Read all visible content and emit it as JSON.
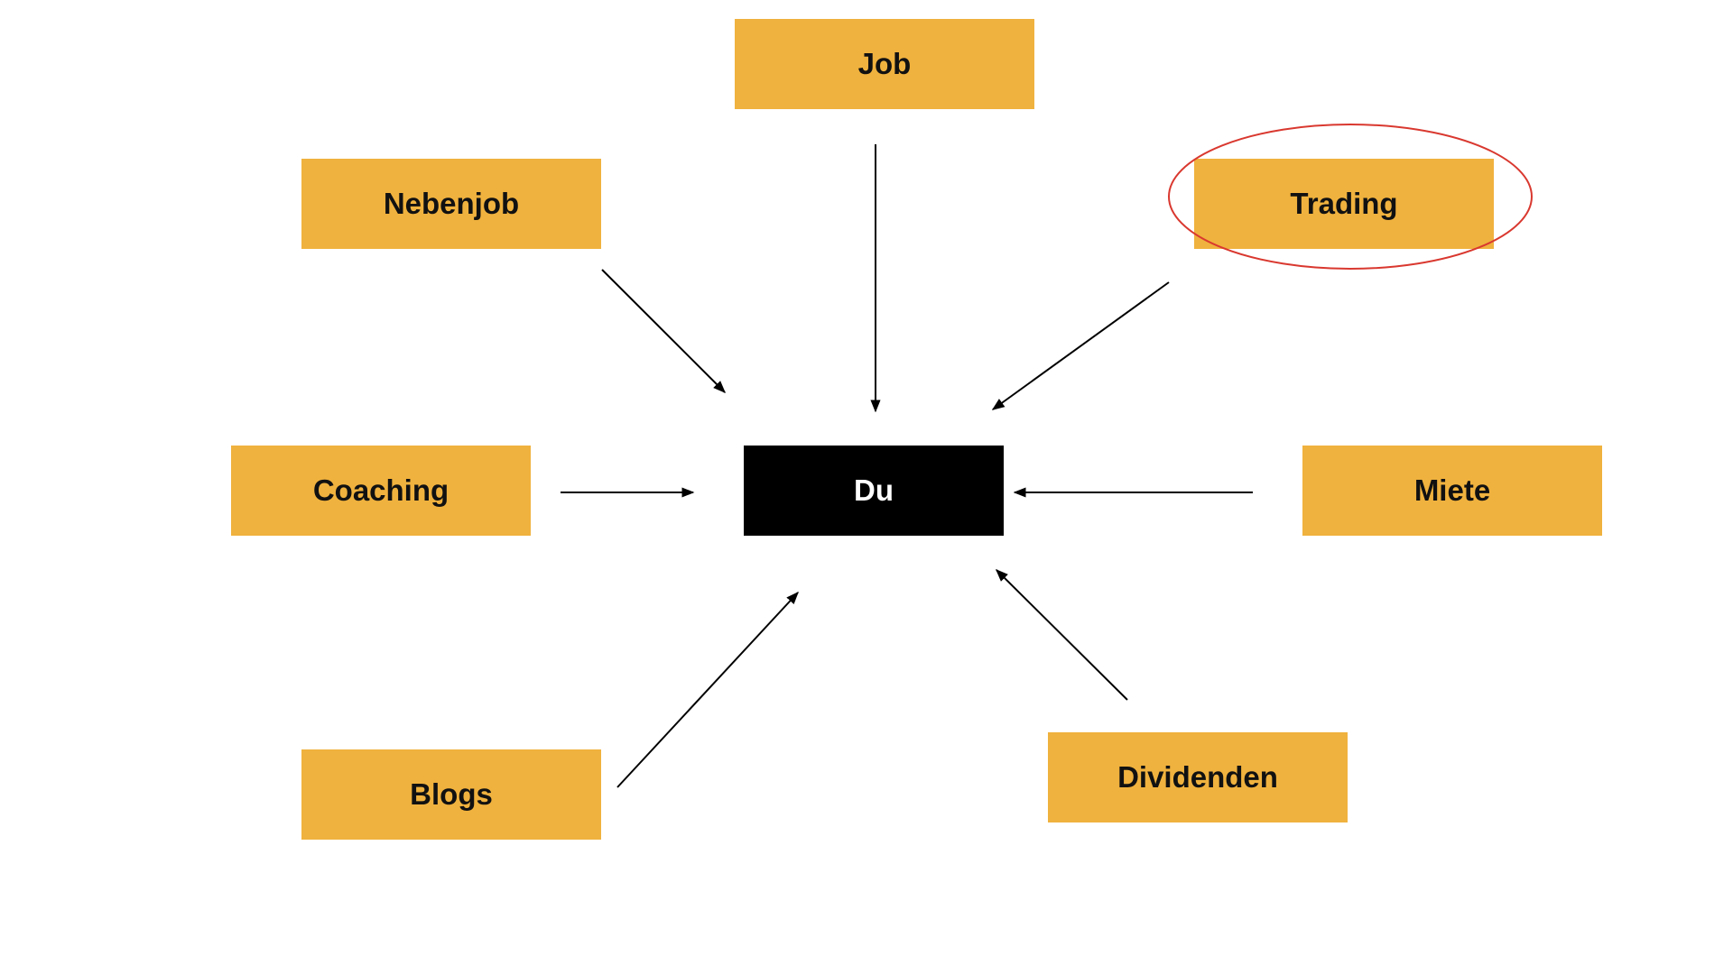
{
  "diagram": {
    "center": {
      "label": "Du"
    },
    "sources": {
      "job": {
        "label": "Job"
      },
      "nebenjob": {
        "label": "Nebenjob"
      },
      "trading": {
        "label": "Trading"
      },
      "coaching": {
        "label": "Coaching"
      },
      "miete": {
        "label": "Miete"
      },
      "blogs": {
        "label": "Blogs"
      },
      "dividenden": {
        "label": "Dividenden"
      }
    },
    "highlighted": "trading"
  },
  "colors": {
    "source_fill": "#F0B23E",
    "center_fill": "#000000",
    "center_text": "#ffffff",
    "highlight_ring": "#D9382F",
    "arrow": "#000000"
  }
}
